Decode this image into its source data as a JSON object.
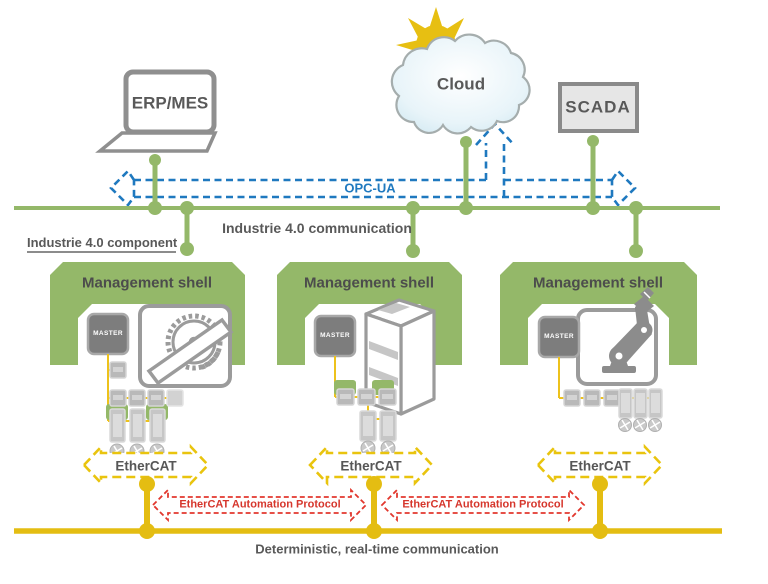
{
  "nodes": {
    "erp_mes": "ERP/MES",
    "cloud": "Cloud",
    "scada": "SCADA"
  },
  "buses": {
    "opc_ua": "OPC-UA",
    "industrie40": "Industrie 4.0 communication",
    "realtime": "Deterministic, real-time communication"
  },
  "component_label": "Industrie 4.0 component",
  "shells": [
    {
      "label": "Management shell",
      "master": "MASTER",
      "machine": "circular-saw",
      "fieldbus": "EtherCAT"
    },
    {
      "label": "Management shell",
      "master": "MASTER",
      "machine": "control-cabinet",
      "fieldbus": "EtherCAT"
    },
    {
      "label": "Management shell",
      "master": "MASTER",
      "machine": "robot-arm",
      "fieldbus": "EtherCAT"
    }
  ],
  "eap_label": "EtherCAT Automation Protocol",
  "colors": {
    "green": "#94b869",
    "yellow": "#e4bd12",
    "red": "#e2382e",
    "blue": "#1f79bf",
    "gray": "#8c8c8c",
    "text": "#595959"
  }
}
